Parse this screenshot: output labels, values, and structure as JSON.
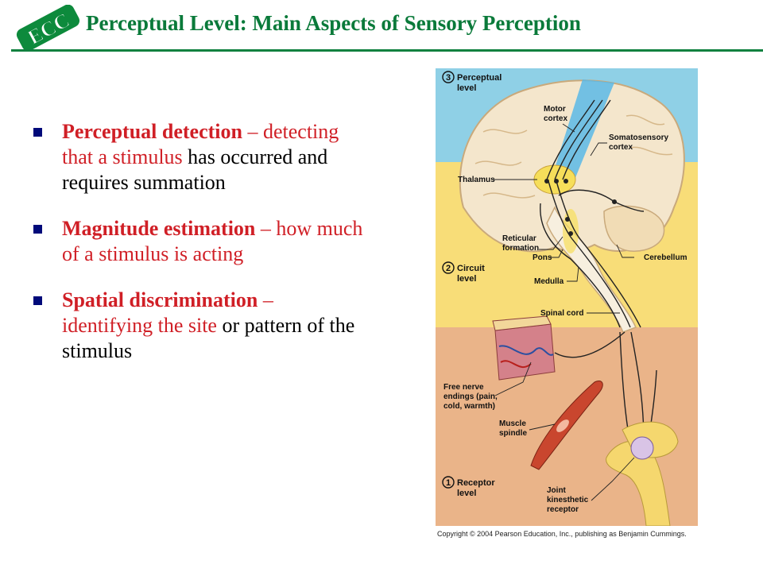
{
  "header": {
    "title": "Perceptual Level: Main Aspects of Sensory Perception",
    "logo_text": "ECC"
  },
  "bullets": [
    {
      "term": "Perceptual detection",
      "dash": " – ",
      "red_text": "detecting that a stimulus",
      "black_text": " has occurred and requires summation"
    },
    {
      "term": "Magnitude estimation",
      "dash": " – ",
      "red_text": "how much of a stimulus is acting",
      "black_text": ""
    },
    {
      "term": "Spatial discrimination",
      "dash": " – ",
      "red_text": "identifying the site",
      "black_text": " or pattern of the stimulus"
    }
  ],
  "figure": {
    "levels": [
      {
        "num": "3",
        "line1": "Perceptual",
        "line2": "level"
      },
      {
        "num": "2",
        "line1": "Circuit",
        "line2": "level"
      },
      {
        "num": "1",
        "line1": "Receptor",
        "line2": "level"
      }
    ],
    "labels": {
      "motor_cortex_1": "Motor",
      "motor_cortex_2": "cortex",
      "somato_1": "Somatosensory",
      "somato_2": "cortex",
      "thalamus": "Thalamus",
      "reticular_1": "Reticular",
      "reticular_2": "formation",
      "pons": "Pons",
      "cerebellum": "Cerebellum",
      "medulla": "Medulla",
      "spinal_cord": "Spinal cord",
      "free_nerve_1": "Free nerve",
      "free_nerve_2": "endings (pain,",
      "free_nerve_3": "cold, warmth)",
      "muscle_1": "Muscle",
      "muscle_2": "spindle",
      "joint_1": "Joint",
      "joint_2": "kinesthetic",
      "joint_3": "receptor"
    },
    "colors": {
      "top_band": "#8fd0e6",
      "middle_band": "#f8dd78",
      "bottom_band": "#eab489",
      "brain": "#f4e6cc",
      "highlight_blue": "#5bb9e6",
      "thalamus_yellow": "#f6de5a"
    },
    "copyright": "Copyright © 2004 Pearson Education, Inc., publishing as Benjamin Cummings."
  }
}
